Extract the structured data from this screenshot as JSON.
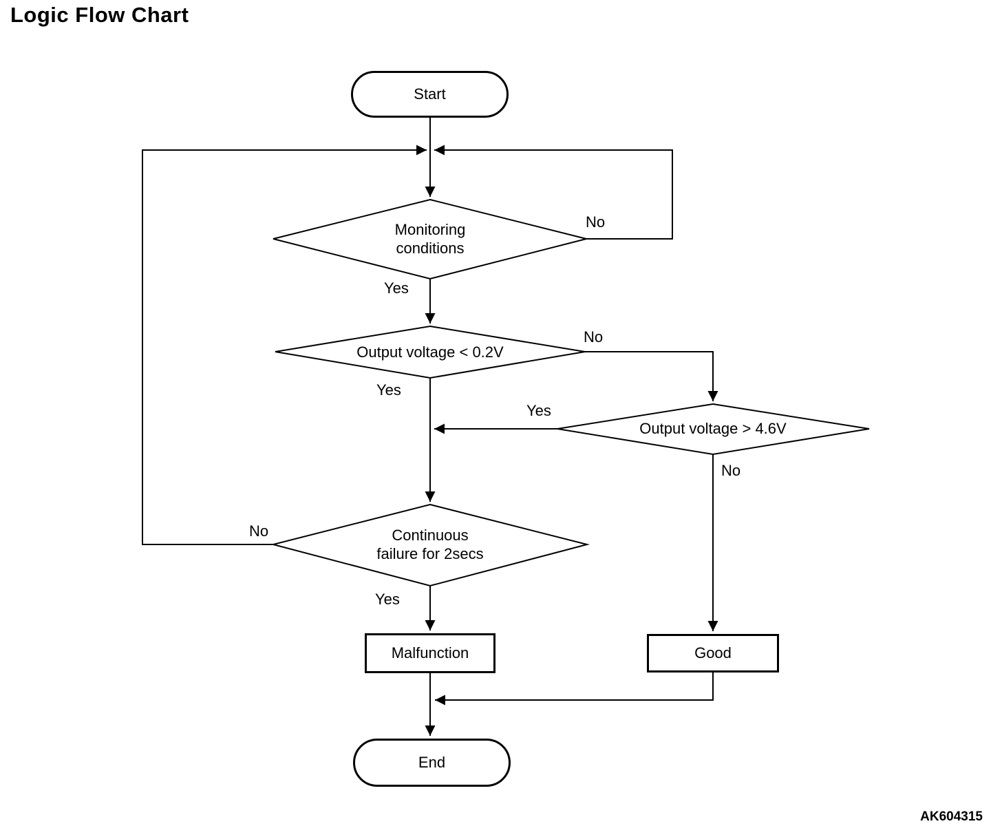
{
  "title": "Logic Flow Chart",
  "figure_id": "AK604315",
  "colors": {
    "line": "#000000",
    "background": "#ffffff",
    "text": "#000000"
  },
  "nodes": {
    "start": {
      "label": "Start",
      "type": "terminator"
    },
    "monitoring_conditions": {
      "line1": "Monitoring",
      "line2": "conditions",
      "type": "decision"
    },
    "output_voltage_low": {
      "label": "Output voltage < 0.2V",
      "type": "decision"
    },
    "output_voltage_high": {
      "label": "Output voltage > 4.6V",
      "type": "decision"
    },
    "continuous_failure": {
      "line1": "Continuous",
      "line2": "failure for 2secs",
      "type": "decision"
    },
    "malfunction": {
      "label": "Malfunction",
      "type": "process"
    },
    "good": {
      "label": "Good",
      "type": "process"
    },
    "end": {
      "label": "End",
      "type": "terminator"
    }
  },
  "edge_labels": {
    "monitoring_yes": "Yes",
    "monitoring_no": "No",
    "low_voltage_yes": "Yes",
    "low_voltage_no": "No",
    "high_voltage_yes": "Yes",
    "high_voltage_no": "No",
    "continuous_failure_yes": "Yes",
    "continuous_failure_no": "No"
  }
}
